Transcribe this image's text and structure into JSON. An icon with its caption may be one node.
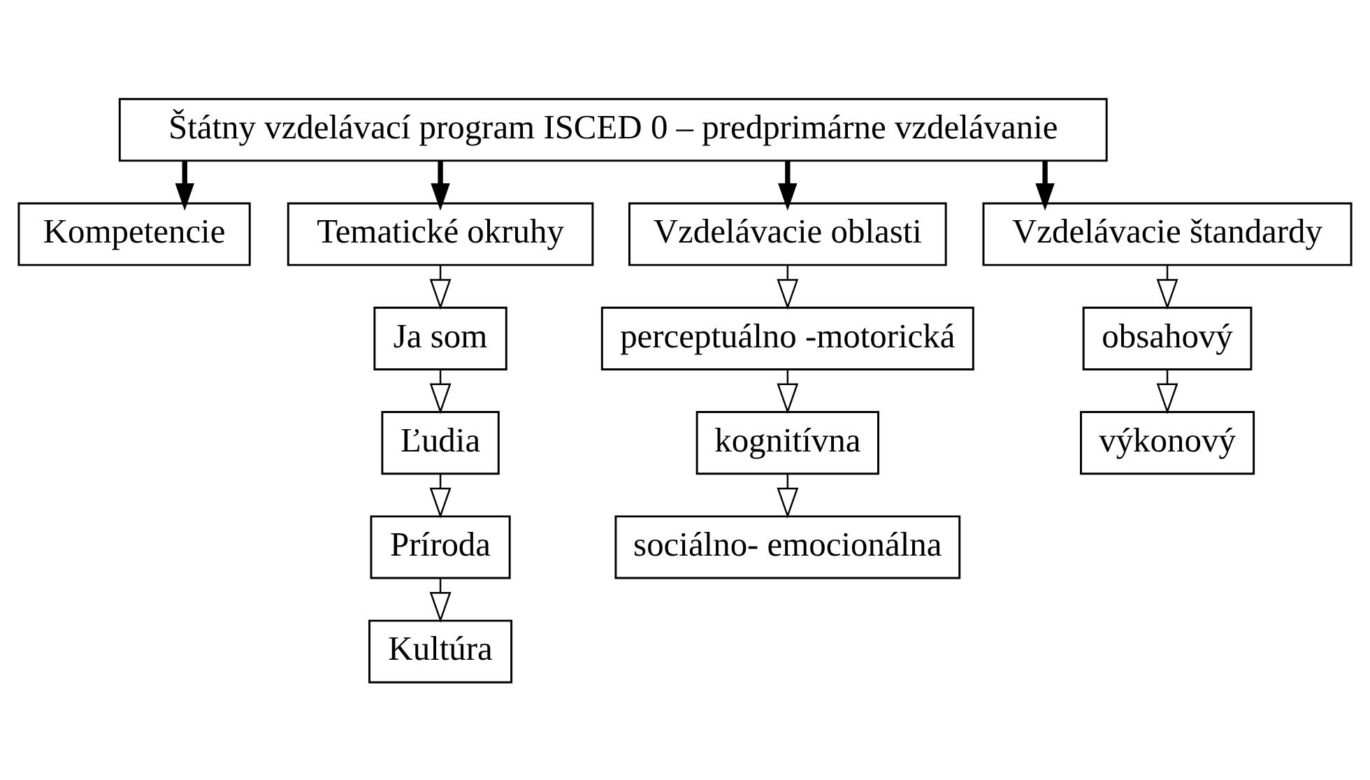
{
  "diagram": {
    "nodes": [
      {
        "text": [
          "Štátny vzdelávací program ISCED 0 – predprimárne vzdelávanie"
        ]
      },
      {
        "text": [
          "Kompetencie"
        ]
      },
      {
        "text": [
          "Tematické okruhy"
        ]
      },
      {
        "text": [
          "Vzdelávacie oblasti"
        ]
      },
      {
        "text": [
          "Vzdelávacie štandardy"
        ]
      },
      {
        "text": [
          "Ja som"
        ]
      },
      {
        "text": [
          "Ľudia"
        ]
      },
      {
        "text": [
          "Príroda"
        ]
      },
      {
        "text": [
          "Kultúra"
        ]
      },
      {
        "text": [
          "perceptuálno -motorická"
        ]
      },
      {
        "text": [
          "kognitívna"
        ]
      },
      {
        "text": [
          "sociálno- emocionálna"
        ]
      },
      {
        "text": [
          "obsahový"
        ]
      },
      {
        "text": [
          "výkonový"
        ]
      }
    ],
    "edges": [
      {
        "from": 0,
        "to": 1,
        "arrow": "to",
        "style": "thick"
      },
      {
        "from": 0,
        "to": 2,
        "arrow": "to",
        "style": "thick"
      },
      {
        "from": 0,
        "to": 3,
        "arrow": "to",
        "style": "thick"
      },
      {
        "from": 0,
        "to": 4,
        "arrow": "to",
        "style": "thick"
      },
      {
        "from": 2,
        "to": 5,
        "arrow": "to"
      },
      {
        "from": 5,
        "to": 6,
        "arrow": "to"
      },
      {
        "from": 6,
        "to": 7,
        "arrow": "to"
      },
      {
        "from": 7,
        "to": 8,
        "arrow": "to"
      },
      {
        "from": 3,
        "to": 9,
        "arrow": "to"
      },
      {
        "from": 9,
        "to": 10,
        "arrow": "to"
      },
      {
        "from": 10,
        "to": 11,
        "arrow": "to"
      },
      {
        "from": 4,
        "to": 12,
        "arrow": "to"
      },
      {
        "from": 12,
        "to": 13,
        "arrow": "to"
      }
    ]
  }
}
